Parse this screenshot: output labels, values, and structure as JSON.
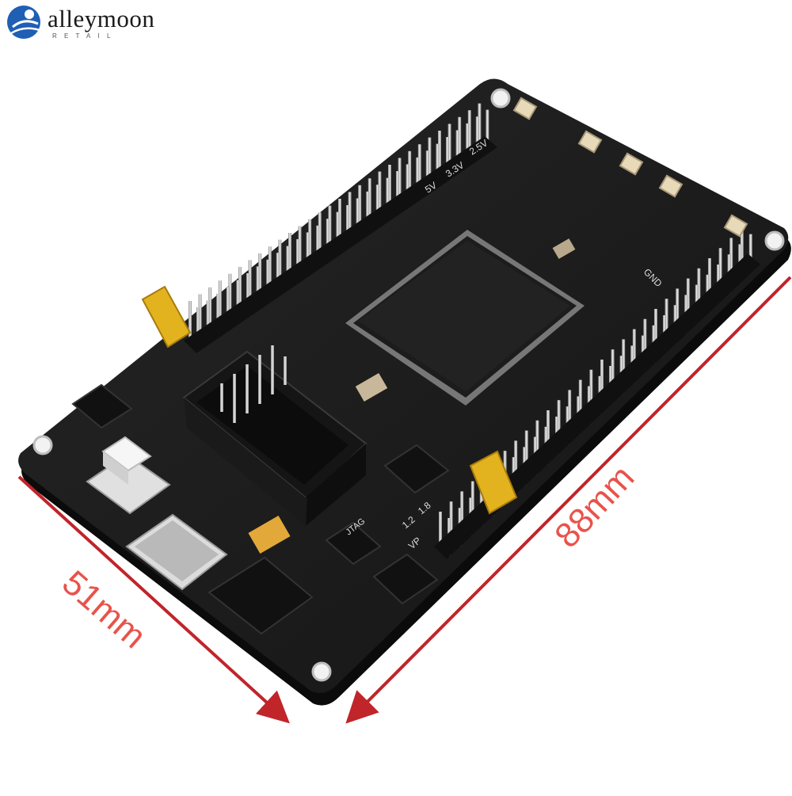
{
  "logo": {
    "name": "alleymoon",
    "tagline": "RETAIL",
    "icon": "moon-globe-icon"
  },
  "product": {
    "subject": "FPGA development board",
    "board_color": "#1b1b1b",
    "header_color": "#e3b21f",
    "pin_color": "#c9c9c9"
  },
  "dimensions": {
    "width_label": "51mm",
    "length_label": "88mm",
    "arrow_color": "#c0252a",
    "text_color": "#e8534b"
  },
  "silkscreen": {
    "jtag": "JTAG",
    "gnd": "GND",
    "v5": "5V",
    "v33": "3.3V",
    "v25": "2.5V",
    "v12": "1.2",
    "v18": "1.8",
    "vp": "VP"
  }
}
